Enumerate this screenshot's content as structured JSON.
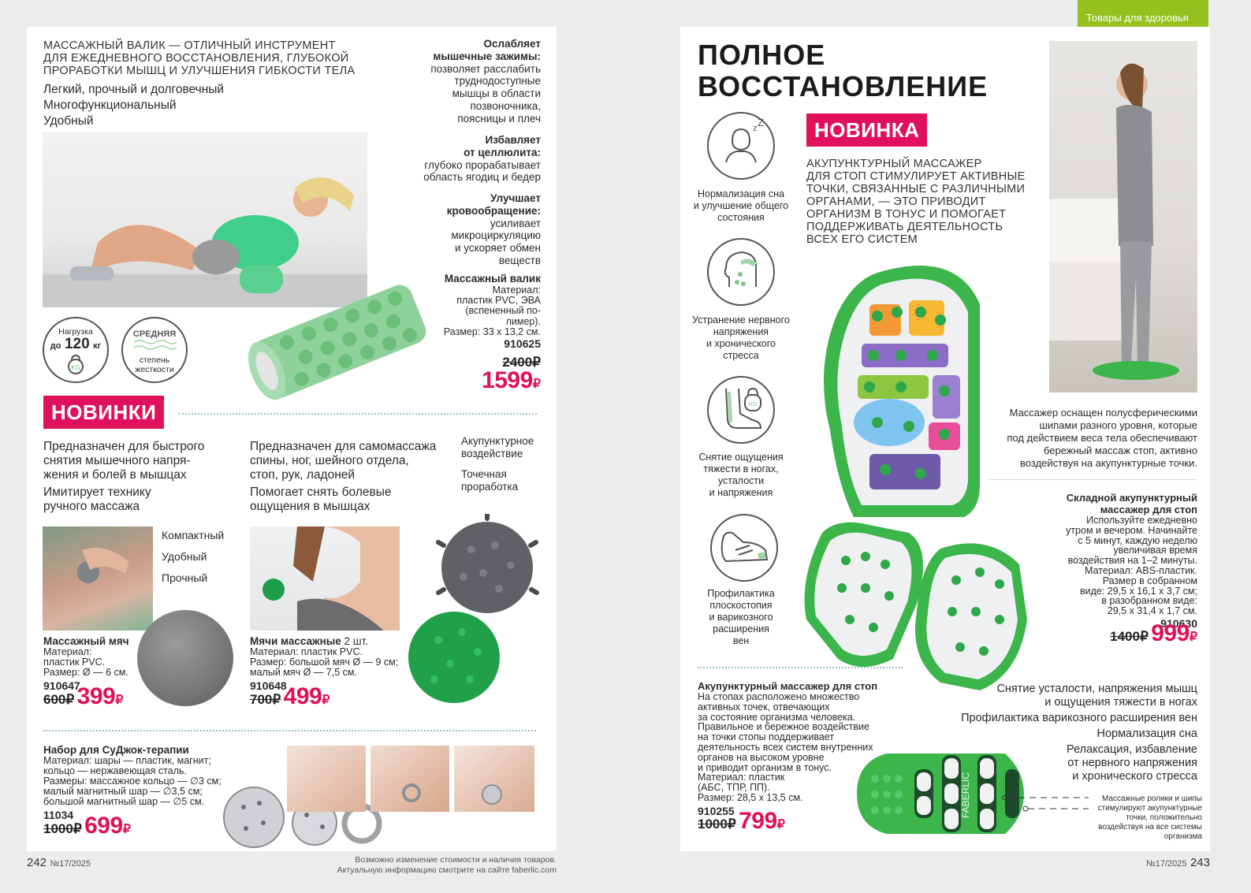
{
  "left_page": {
    "headline": "МАССАЖНЫЙ ВАЛИК — ОТЛИЧНЫЙ ИНСТРУМЕНТ ДЛЯ ЕЖЕДНЕВНОГО ВОССТАНОВЛЕНИЯ, ГЛУБОКОЙ ПРОРАБОТКИ МЫШЦ И УЛУЧШЕНИЯ ГИБКОСТИ ТЕЛА",
    "headline_lines": [
      "МАССАЖНЫЙ ВАЛИК — ОТЛИЧНЫЙ ИНСТРУМЕНТ",
      "ДЛЯ ЕЖЕДНЕВНОГО ВОССТАНОВЛЕНИЯ, ГЛУБОКОЙ",
      "ПРОРАБОТКИ МЫШЦ И УЛУЧШЕНИЯ ГИБКОСТИ ТЕЛА"
    ],
    "roller_features": [
      "Легкий, прочный и долговечный",
      "Многофункциональный",
      "Удобный"
    ],
    "benefits": [
      {
        "title": "Ослабляет мышечные зажимы:",
        "title_lines": [
          "Ослабляет",
          "мышечные зажимы:"
        ],
        "text_lines": [
          "позволяет расслабить",
          "труднодоступные",
          "мышцы в области",
          "позвоночника,",
          "поясницы и плеч"
        ]
      },
      {
        "title": "Избавляет от целлюлита:",
        "title_lines": [
          "Избавляет",
          "от целлюлита:"
        ],
        "text_lines": [
          "глубоко прорабатывает",
          "область ягодиц и бедер"
        ]
      },
      {
        "title": "Улучшает кровообращение:",
        "title_lines": [
          "Улучшает",
          "кровообращение:"
        ],
        "text_lines": [
          "усиливает",
          "микроциркуляцию",
          "и ускоряет обмен",
          "веществ"
        ]
      }
    ],
    "roller": {
      "name": "Массажный валик",
      "desc_lines": [
        "Материал:",
        "пластик PVC, ЭВА",
        "(вспененный по-",
        "лимер).",
        "Размер: 33 х 13,2 см."
      ],
      "sku": "910625",
      "old_price": "2400₽",
      "price": "1599",
      "currency": "₽"
    },
    "load_badge": {
      "top": "Нагрузка",
      "prefix": "до",
      "value": "120",
      "unit": "кг",
      "icon_label": "KG"
    },
    "stiffness_badge": {
      "title": "СРЕДНЯЯ",
      "line1": "степень",
      "line2": "жесткости"
    },
    "novelty_badge": "НОВИНКИ",
    "ball_col1": {
      "desc_lines": [
        "Предназначен для быстрого",
        "снятия мышечного напря-",
        "жения и болей в мышцах"
      ],
      "desc2_lines": [
        "Имитирует технику",
        "ручного массажа"
      ],
      "features": [
        "Компактный",
        "Удобный",
        "Прочный"
      ]
    },
    "ball_col2": {
      "desc_lines": [
        "Предназначен для самомассажа",
        "спины, ног, шейного отдела,",
        "стоп, рук, ладоней"
      ],
      "desc2_lines": [
        "Помогает снять болевые",
        "ощущения в мышцах"
      ]
    },
    "ball_col3_features": [
      {
        "lines": [
          "Акупунктурное",
          "воздействие"
        ]
      },
      {
        "lines": [
          "Точечная",
          "проработка"
        ]
      }
    ],
    "massage_ball": {
      "name": "Массажный мяч",
      "desc_lines": [
        "Материал:",
        "пластик PVC.",
        "Размер: Ø — 6 см."
      ],
      "sku": "910647",
      "old_price": "600₽",
      "price": "399",
      "currency": "₽"
    },
    "massage_balls": {
      "name": "Мячи массажные",
      "qty": "2 шт.",
      "desc_lines": [
        "Материал: пластик PVC.",
        "Размер: большой мяч Ø — 9 см;",
        "малый мяч Ø — 7,5 см."
      ],
      "sku": "910648",
      "old_price": "700₽",
      "price": "499",
      "currency": "₽"
    },
    "sujok_set": {
      "name": "Набор для СуДжок-терапии",
      "desc_lines": [
        "Материал: шары — пластик, магнит;",
        "кольцо — нержавеющая сталь.",
        "Размеры: массажное кольцо — ∅3 см;",
        "малый магнитный шар — ∅3,5 см;",
        "большой магнитный шар — ∅5 см."
      ],
      "sku": "11034",
      "old_price": "1000₽",
      "price": "699",
      "currency": "₽"
    },
    "footer": {
      "page_number": "242",
      "issue": "№17/2025",
      "disclaimer_lines": [
        "Возможно изменение стоимости и наличия товаров.",
        "Актуальную информацию смотрите на сайте faberlic.com"
      ]
    }
  },
  "right_page": {
    "section_tab": "Товары для здоровья",
    "title_lines": [
      "ПОЛНОЕ",
      "ВОССТАНОВЛЕНИЕ"
    ],
    "novelty_badge": "НОВИНКА",
    "intro_lines": [
      "АКУПУНКТУРНЫЙ МАССАЖЕР",
      "ДЛЯ СТОП СТИМУЛИРУЕТ АКТИВНЫЕ",
      "ТОЧКИ, СВЯЗАННЫЕ С РАЗЛИЧНЫМИ",
      "ОРГАНАМИ, — ЭТО ПРИВОДИТ",
      "ОРГАНИЗМ В ТОНУС И ПОМОГАЕТ",
      "ПОДДЕРЖИВАТЬ ДЕЯТЕЛЬНОСТЬ",
      "ВСЕХ ЕГО СИСТЕМ"
    ],
    "benefit_icons": [
      {
        "icon": "sleeping-woman-icon",
        "lines": [
          "Нормализация сна",
          "и улучшение общего",
          "состояния"
        ]
      },
      {
        "icon": "stressed-head-icon",
        "lines": [
          "Устранение нервного",
          "напряжения",
          "и хронического",
          "стресса"
        ]
      },
      {
        "icon": "leg-weight-icon",
        "lines": [
          "Снятие ощущения",
          "тяжести в ногах,",
          "усталости",
          "и напряжения"
        ]
      },
      {
        "icon": "shoe-icon",
        "lines": [
          "Профилактика",
          "плоскостопия",
          "и варикозного",
          "расширения",
          "вен"
        ]
      }
    ],
    "spike_note_lines": [
      "Массажер оснащен полусферическими",
      "шипами разного уровня, которые",
      "под действием веса тела обеспечивают",
      "бережный массаж стоп, активно",
      "воздействуя на акупунктурные точки."
    ],
    "folding_massager": {
      "name_lines": [
        "Складной акупунктурный",
        "массажер для стоп"
      ],
      "desc_lines": [
        "Используйте ежедневно",
        "утром и вечером. Начинайте",
        "с 5 минут, каждую неделю",
        "увеличивая время",
        "воздействия на 1–2 минуты.",
        "Материал: ABS-пластик.",
        "Размер в собранном",
        "виде: 29,5 х 16,1 х 3,7 см;",
        "в разобранном виде:",
        "29,5 х 31,4 х 1,7 см."
      ],
      "sku": "910630",
      "old_price": "1400₽",
      "price": "999",
      "currency": "₽"
    },
    "foot_massager": {
      "name": "Акупунктурный массажер для стоп",
      "desc_lines": [
        "На стопах расположено множество",
        "активных точек, отвечающих",
        "за состояние организма человека.",
        "Правильное и бережное воздействие",
        "на точки стопы поддерживает",
        "деятельность всех систем внутренних",
        "органов на высоком уровне",
        "и приводит организм в тонус.",
        "Материал: пластик",
        "(АБС, ТПР, ПП).",
        "Размер: 28,5 х 13,5 см."
      ],
      "sku": "910255",
      "old_price": "1000₽",
      "price": "799",
      "currency": "₽",
      "brand_mark": "FABERLIC"
    },
    "foot_benefits": [
      {
        "lines": [
          "Снятие усталости, напряжения мышц",
          "и ощущения тяжести в ногах"
        ]
      },
      {
        "lines": [
          "Профилактика варикозного расширения вен"
        ]
      },
      {
        "lines": [
          "Нормализация сна"
        ]
      },
      {
        "lines": [
          "Релаксация, избавление",
          "от нервного напряжения",
          "и хронического стресса"
        ]
      }
    ],
    "callout_lines": [
      "Массажные ролики и шипы",
      "стимулируют акупунктурные",
      "точки, положительно",
      "воздействуя на все системы",
      "организма"
    ],
    "footer": {
      "issue": "№17/2025",
      "page_number": "243"
    }
  },
  "colors": {
    "accent_pink": "#e0105a",
    "section_green": "#95c11f",
    "product_green": "#3cb54a",
    "roller_green": "#8fd19a",
    "page_bg": "#ececee"
  }
}
